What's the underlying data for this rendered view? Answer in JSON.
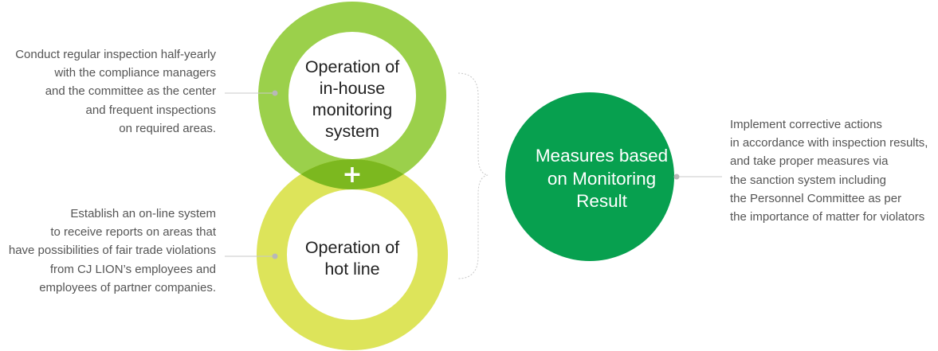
{
  "top_circle": {
    "lines": [
      "Operation of",
      "in-house",
      "monitoring",
      "system"
    ],
    "color": "#9bd04b"
  },
  "bottom_circle": {
    "lines": [
      "Operation of",
      "hot line"
    ],
    "color": "#dde45a"
  },
  "overlap_color": "#7cb81f",
  "plus_sign": "+",
  "result_circle": {
    "lines": [
      "Measures based",
      "on Monitoring",
      "Result"
    ],
    "color": "#07a04f"
  },
  "top_description": {
    "lines": [
      "Conduct regular inspection half-yearly",
      "with the compliance managers",
      "and the committee as the center",
      "and frequent inspections",
      "on required areas."
    ]
  },
  "bottom_description": {
    "lines": [
      "Establish an on-line system",
      "to receive reports on areas that",
      "have possibilities of fair trade violations",
      "from CJ LION’s employees and",
      "employees of partner companies."
    ]
  },
  "result_description": {
    "lines": [
      "Implement corrective actions",
      "in accordance with inspection results,",
      "and take proper measures via",
      "the sanction system including",
      "the Personnel Committee as per",
      "the importance of matter for violators"
    ]
  }
}
